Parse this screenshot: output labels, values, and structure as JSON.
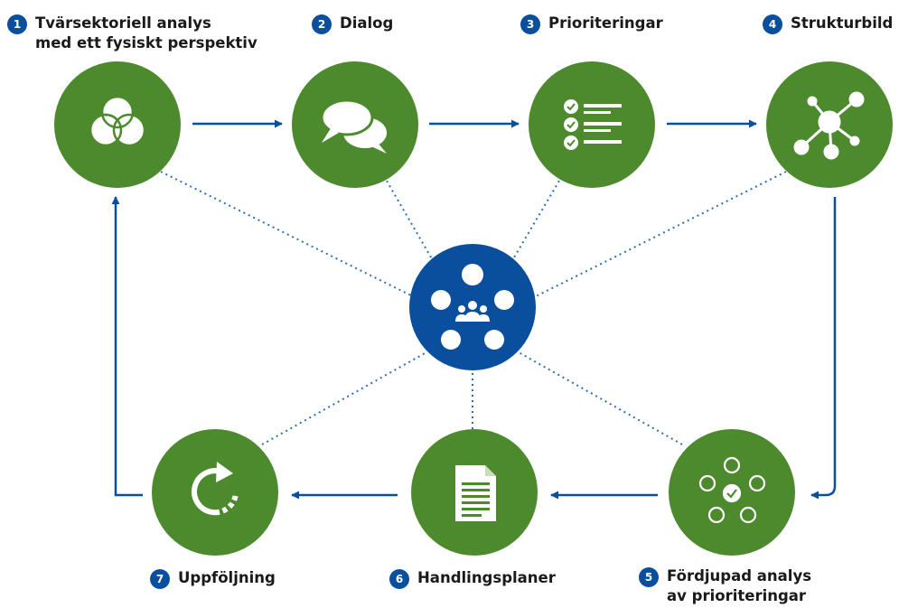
{
  "steps": [
    {
      "num": "1",
      "label": "Tvärsektoriell analys\nmed ett fysiskt perspektiv",
      "icon": "venn-icon"
    },
    {
      "num": "2",
      "label": "Dialog",
      "icon": "speech-bubbles-icon"
    },
    {
      "num": "3",
      "label": "Prioriteringar",
      "icon": "checklist-icon"
    },
    {
      "num": "4",
      "label": "Strukturbild",
      "icon": "network-icon"
    },
    {
      "num": "5",
      "label": "Fördjupad analys\nav prioriteringar",
      "icon": "circles-check-icon"
    },
    {
      "num": "6",
      "label": "Handlingsplaner",
      "icon": "document-icon"
    },
    {
      "num": "7",
      "label": "Uppföljning",
      "icon": "refresh-icon"
    }
  ],
  "center": {
    "icon": "people-group-icon"
  },
  "colors": {
    "green": "#4d8a2e",
    "blue": "#0a4f9e",
    "dotted": "#2d6fb5",
    "text": "#1a1a1a"
  }
}
